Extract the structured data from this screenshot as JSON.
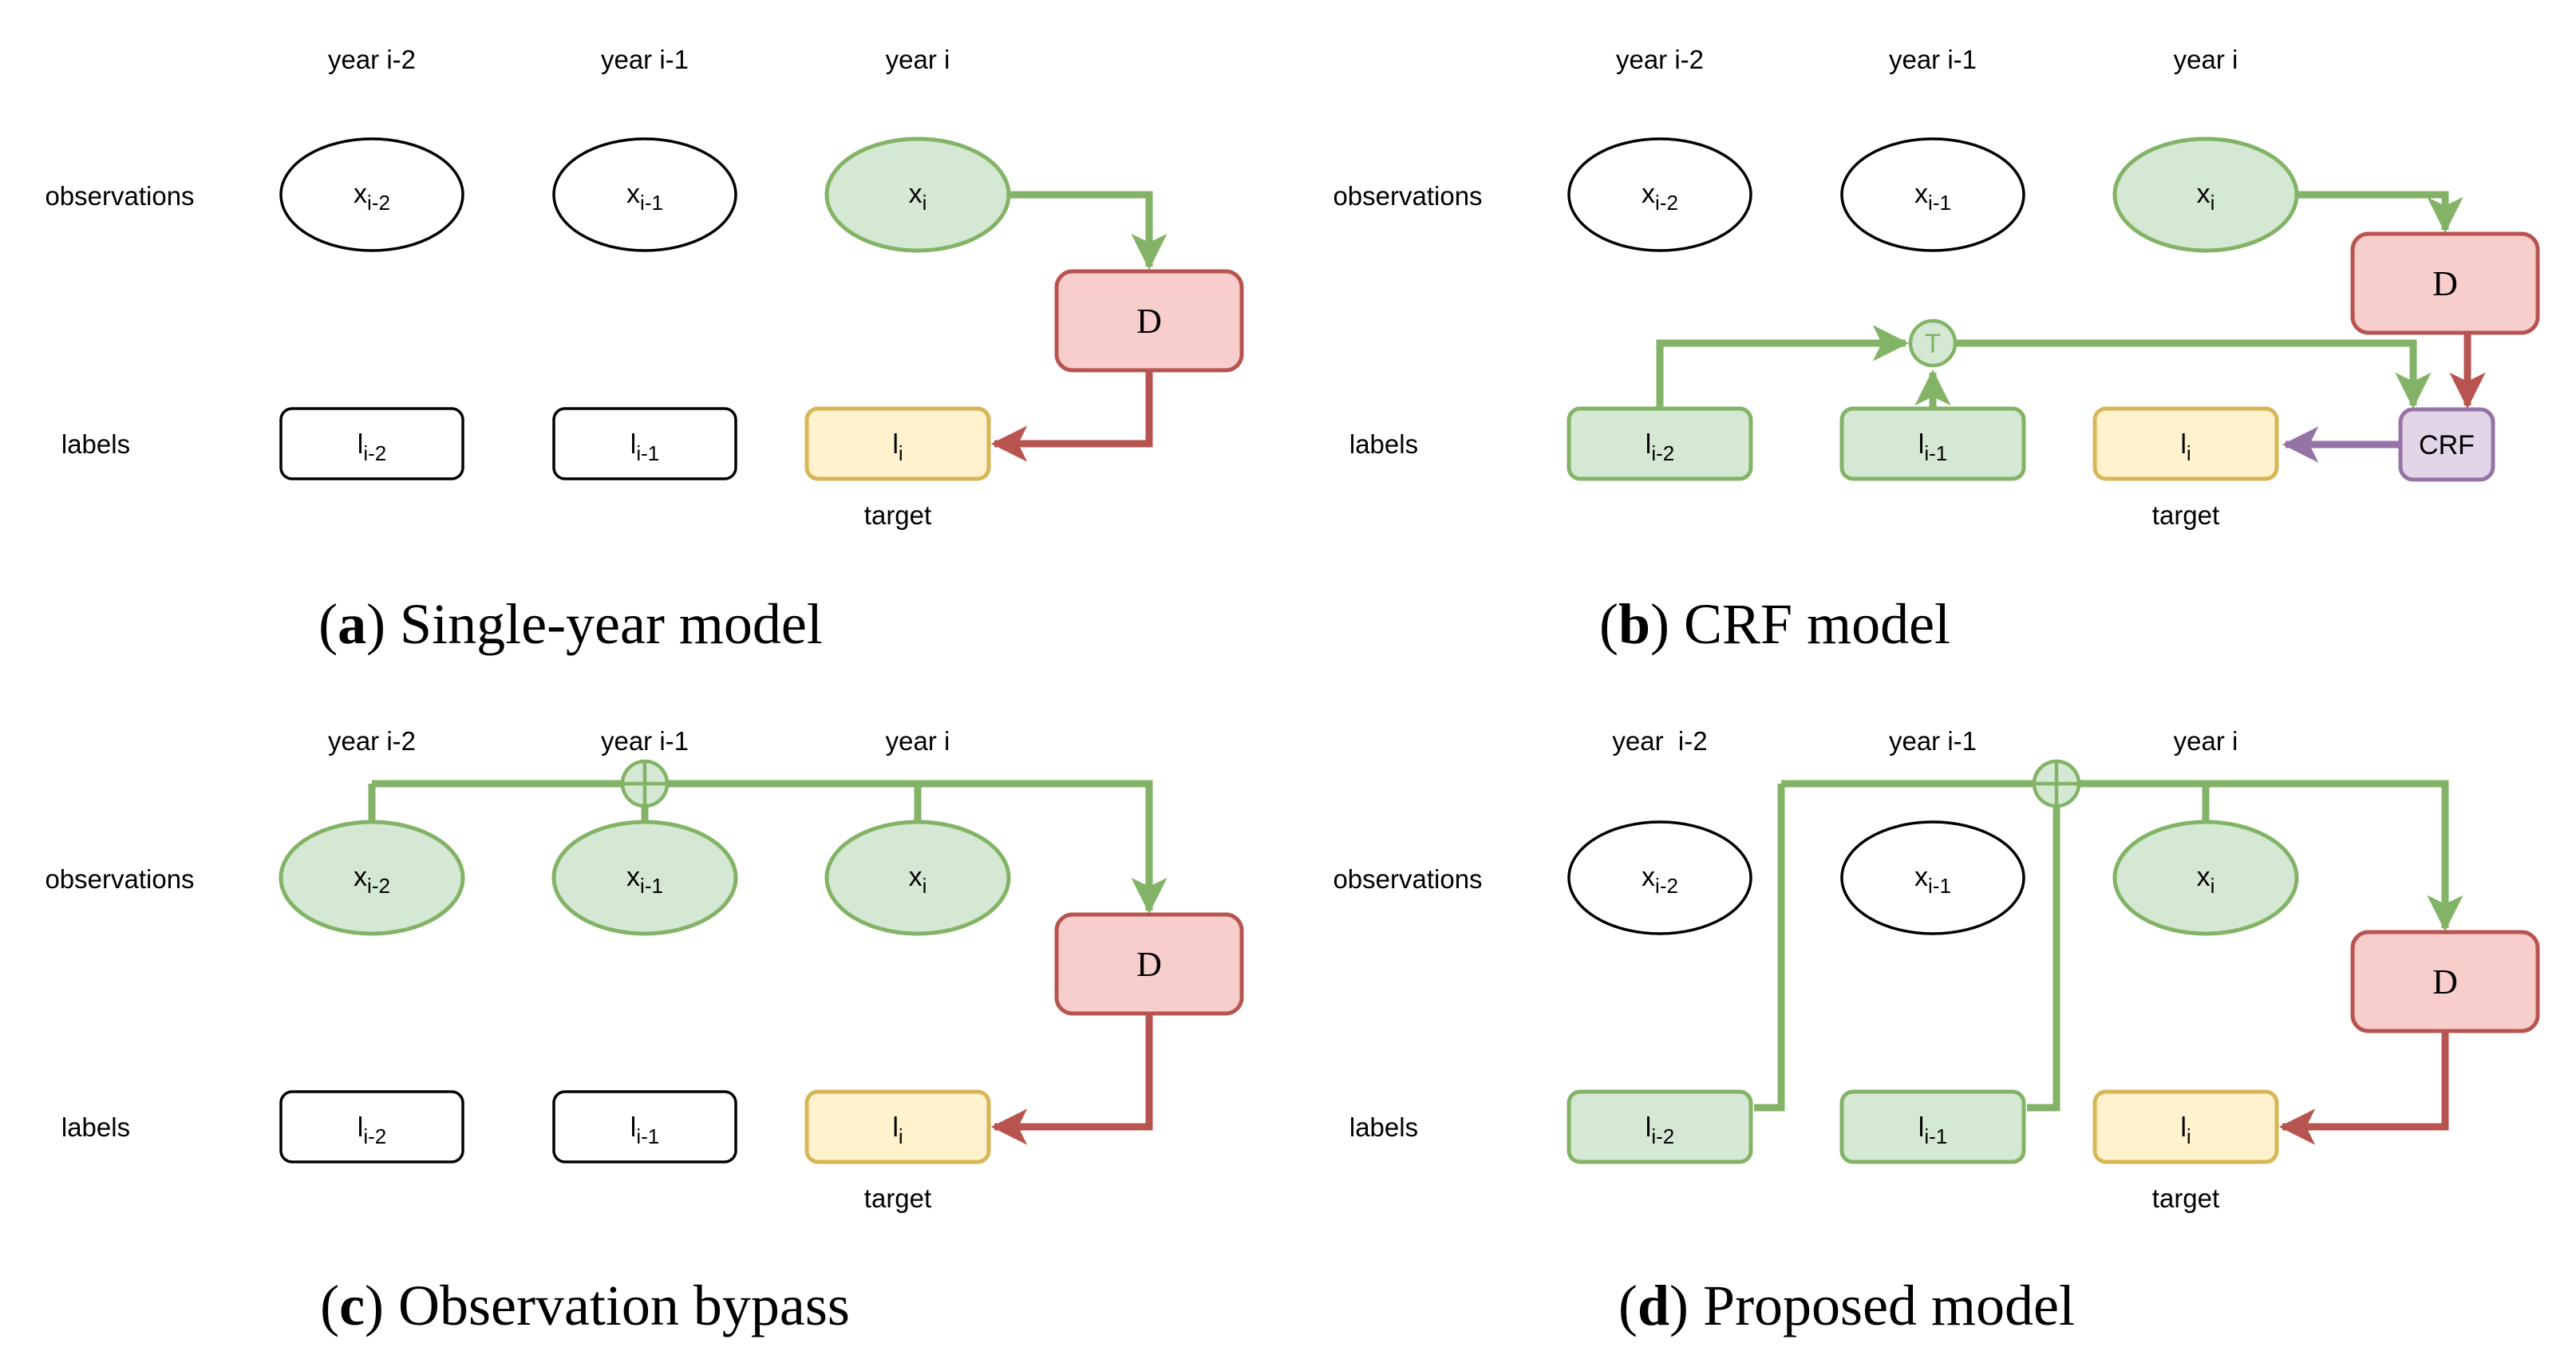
{
  "figure": {
    "background": "#ffffff",
    "colors": {
      "green_fill": "#d5e8d4",
      "green_stroke": "#82b366",
      "red_fill": "#f8cecc",
      "red_stroke": "#b85450",
      "yellow_fill": "#fff2cc",
      "yellow_stroke": "#d6b656",
      "purple_fill": "#e1d5e7",
      "purple_stroke": "#9673a6",
      "neutral_outline": "#000000",
      "text": "#000000"
    }
  },
  "panels": [
    {
      "id": "a",
      "caption": {
        "pre": "(",
        "letter": "a",
        "post": ") Single-year model"
      },
      "years": [
        "year i-2",
        "year i-1",
        "year i"
      ],
      "row_labels": {
        "observations": "observations",
        "labels": "labels"
      },
      "obs_nodes": [
        {
          "main": "x",
          "sub": "i-2"
        },
        {
          "main": "x",
          "sub": "i-1"
        },
        {
          "main": "x",
          "sub": "i"
        }
      ],
      "label_nodes": [
        {
          "main": "l",
          "sub": "i-2"
        },
        {
          "main": "l",
          "sub": "i-1"
        },
        {
          "main": "l",
          "sub": "i"
        }
      ],
      "decision_label": "D",
      "target_label": "target"
    },
    {
      "id": "b",
      "caption": {
        "pre": "(",
        "letter": "b",
        "post": ") CRF model"
      },
      "years": [
        "year i-2",
        "year i-1",
        "year i"
      ],
      "row_labels": {
        "observations": "observations",
        "labels": "labels"
      },
      "obs_nodes": [
        {
          "main": "x",
          "sub": "i-2"
        },
        {
          "main": "x",
          "sub": "i-1"
        },
        {
          "main": "x",
          "sub": "i"
        }
      ],
      "label_nodes": [
        {
          "main": "l",
          "sub": "i-2"
        },
        {
          "main": "l",
          "sub": "i-1"
        },
        {
          "main": "l",
          "sub": "i"
        }
      ],
      "decision_label": "D",
      "transition_label": "T",
      "crf_label": "CRF",
      "target_label": "target"
    },
    {
      "id": "c",
      "caption": {
        "pre": "(",
        "letter": "c",
        "post": ") Observation bypass"
      },
      "years": [
        "year i-2",
        "year i-1",
        "year i"
      ],
      "row_labels": {
        "observations": "observations",
        "labels": "labels"
      },
      "obs_nodes": [
        {
          "main": "x",
          "sub": "i-2"
        },
        {
          "main": "x",
          "sub": "i-1"
        },
        {
          "main": "x",
          "sub": "i"
        }
      ],
      "label_nodes": [
        {
          "main": "l",
          "sub": "i-2"
        },
        {
          "main": "l",
          "sub": "i-1"
        },
        {
          "main": "l",
          "sub": "i"
        }
      ],
      "decision_label": "D",
      "target_label": "target"
    },
    {
      "id": "d",
      "caption": {
        "pre": "(",
        "letter": "d",
        "post": ") Proposed model"
      },
      "years": [
        "year  i-2",
        "year i-1",
        "year i"
      ],
      "row_labels": {
        "observations": "observations",
        "labels": "labels"
      },
      "obs_nodes": [
        {
          "main": "x",
          "sub": "i-2"
        },
        {
          "main": "x",
          "sub": "i-1"
        },
        {
          "main": "x",
          "sub": "i"
        }
      ],
      "label_nodes": [
        {
          "main": "l",
          "sub": "i-2"
        },
        {
          "main": "l",
          "sub": "i-1"
        },
        {
          "main": "l",
          "sub": "i"
        }
      ],
      "decision_label": "D",
      "target_label": "target"
    }
  ]
}
